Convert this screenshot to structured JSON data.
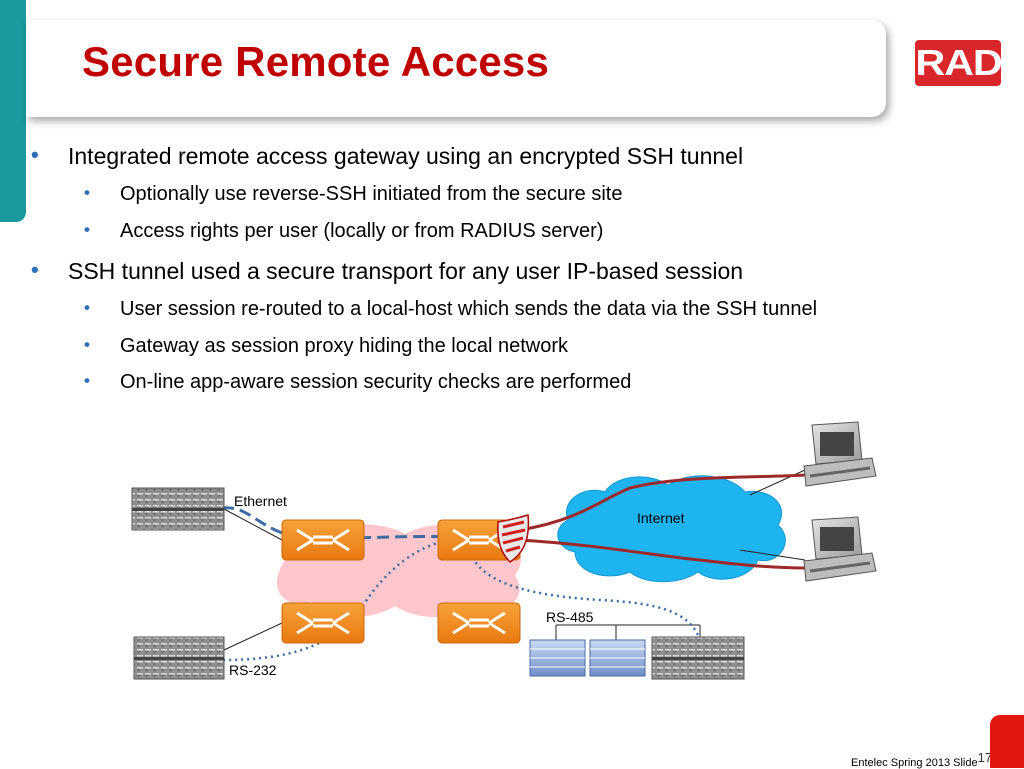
{
  "slide": {
    "title": "Secure Remote Access",
    "logo_text": "RAD",
    "colors": {
      "title": "#c00000",
      "accent_teal": "#1a9a9e",
      "logo_red": "#d9262b",
      "bullet": "#2f6fb5",
      "cloud": "#1eb4f0"
    }
  },
  "bullets": [
    {
      "text": "Integrated remote access gateway using an encrypted SSH tunnel",
      "sub": [
        "Optionally use reverse-SSH initiated from the secure site",
        "Access rights per user (locally or from RADIUS server)"
      ]
    },
    {
      "text": "SSH tunnel used a secure transport for any user IP-based session",
      "sub": [
        "User session re-routed to a local-host which sends the data via the SSH tunnel",
        "Gateway as session proxy hiding the local network",
        "On-line app-aware session security checks are performed"
      ]
    }
  ],
  "diagram": {
    "labels": {
      "ethernet": "Ethernet",
      "internet": "Internet",
      "rs485": "RS-485",
      "rs232": "RS-232"
    },
    "icons": [
      "rack-server-icon",
      "switch-icon",
      "firewall-icon",
      "cloud-icon",
      "desktop-computer-icon",
      "database-server-icon"
    ]
  },
  "footer": {
    "event": "Entelec Spring 2013",
    "slide_label": "Slide",
    "slide_number": "17"
  }
}
